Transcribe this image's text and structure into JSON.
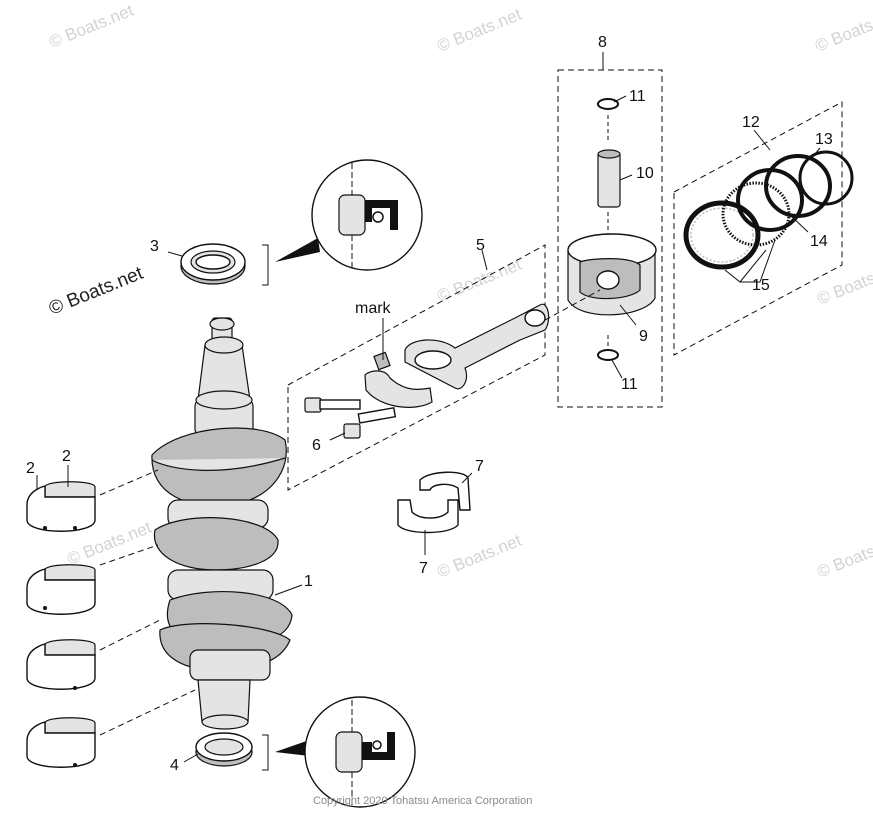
{
  "callouts": {
    "c1": "1",
    "c2a": "2",
    "c2b": "2",
    "c3": "3",
    "c4": "4",
    "c5": "5",
    "c6": "6",
    "c7a": "7",
    "c7b": "7",
    "c8": "8",
    "c9": "9",
    "c10": "10",
    "c11a": "11",
    "c11b": "11",
    "c12": "12",
    "c13": "13",
    "c14": "14",
    "c15": "15"
  },
  "mark_label": "mark",
  "watermark": {
    "small": "© Boats.net",
    "large": "© Boats.net"
  },
  "copyright": "Copyright 2020 Tohatsu America Corporation"
}
